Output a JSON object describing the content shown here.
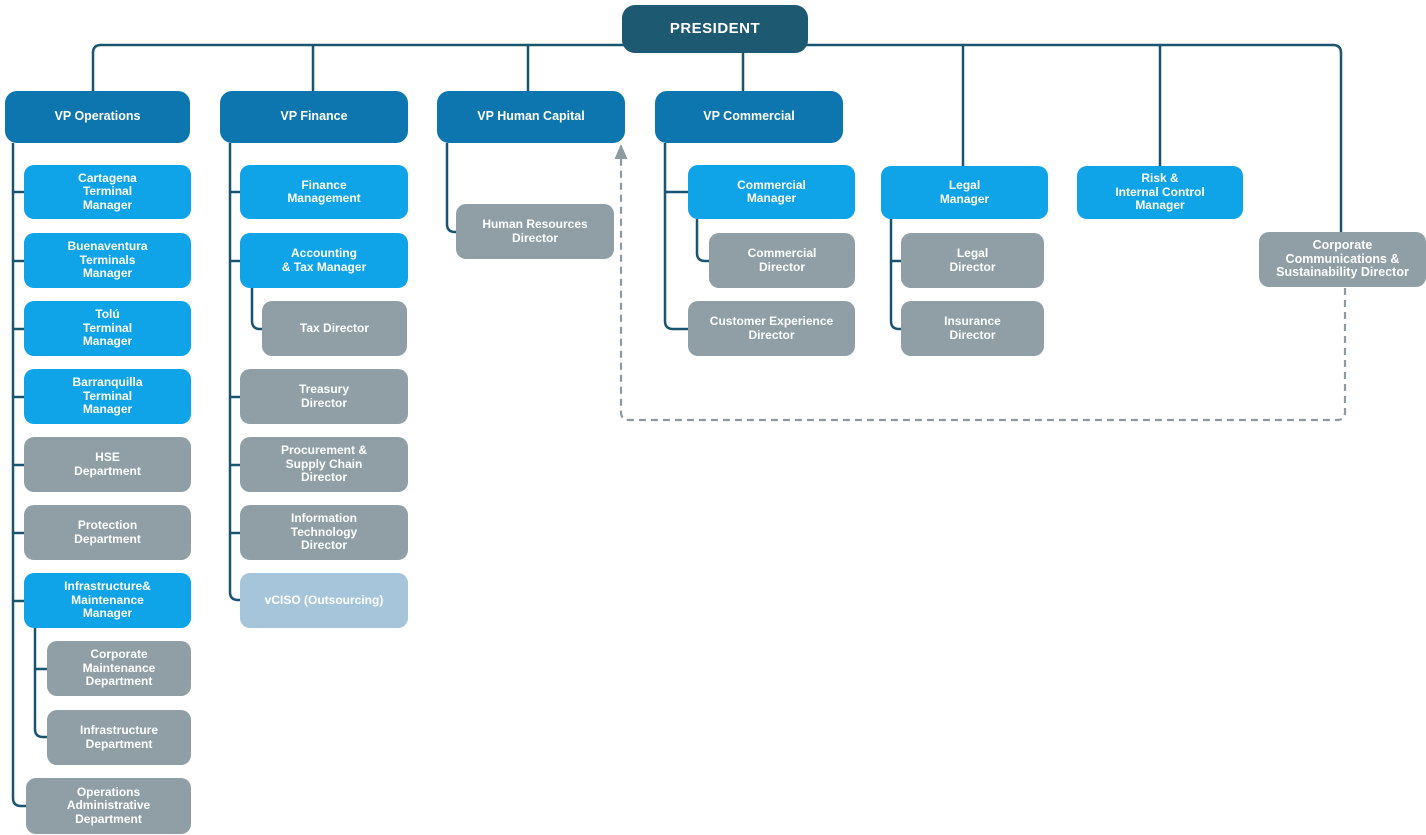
{
  "colors": {
    "president_box": "#1E5972",
    "vp_box": "#0E76AE",
    "manager_box": "#0FA3E8",
    "department_box": "#8F9FA5",
    "outsourcing_box": "#A6C5DB",
    "connector_line": "#1A5570",
    "dashed_line": "#8C9AA1",
    "text": "#FFFFFF"
  },
  "nodes": {
    "president": {
      "label": "PRESIDENT",
      "reports_to": null
    },
    "vp_operations": {
      "label": "VP Operations",
      "reports_to": "president"
    },
    "vp_finance": {
      "label": "VP Finance",
      "reports_to": "president"
    },
    "vp_human_capital": {
      "label": "VP Human Capital",
      "reports_to": "president"
    },
    "vp_commercial": {
      "label": "VP Commercial",
      "reports_to": "president"
    },
    "legal_manager": {
      "label": "Legal\nManager",
      "reports_to": "president"
    },
    "risk_manager": {
      "label": "Risk &\nInternal Control\nManager",
      "reports_to": "president"
    },
    "corp_comms": {
      "label": "Corporate\nCommunications &\nSustainability Director",
      "reports_to": "president"
    },
    "cartagena": {
      "label": "Cartagena\nTerminal\nManager",
      "reports_to": "vp_operations"
    },
    "buenaventura": {
      "label": "Buenaventura\nTerminals\nManager",
      "reports_to": "vp_operations"
    },
    "tolu": {
      "label": "Tolú\nTerminal\nManager",
      "reports_to": "vp_operations"
    },
    "barranquilla": {
      "label": "Barranquilla\nTerminal\nManager",
      "reports_to": "vp_operations"
    },
    "hse": {
      "label": "HSE\nDepartment",
      "reports_to": "vp_operations"
    },
    "protection": {
      "label": "Protection\nDepartment",
      "reports_to": "vp_operations"
    },
    "infra_maint": {
      "label": "Infrastructure&\nMaintenance\nManager",
      "reports_to": "vp_operations"
    },
    "corp_maint": {
      "label": "Corporate\nMaintenance\nDepartment",
      "reports_to": "infra_maint"
    },
    "infra_dept": {
      "label": "Infrastructure\nDepartment",
      "reports_to": "infra_maint"
    },
    "ops_admin": {
      "label": "Operations\nAdministrative\nDepartment",
      "reports_to": "vp_operations"
    },
    "finance_mgmt": {
      "label": "Finance\nManagement",
      "reports_to": "vp_finance"
    },
    "accounting_tax": {
      "label": "Accounting\n& Tax Manager",
      "reports_to": "vp_finance"
    },
    "tax_director": {
      "label": "Tax Director",
      "reports_to": "accounting_tax"
    },
    "treasury": {
      "label": "Treasury\nDirector",
      "reports_to": "vp_finance"
    },
    "procurement": {
      "label": "Procurement &\nSupply Chain\nDirector",
      "reports_to": "vp_finance"
    },
    "it_director": {
      "label": "Information\nTechnology\nDirector",
      "reports_to": "vp_finance"
    },
    "vciso": {
      "label": "vCISO (Outsourcing)",
      "reports_to": "vp_finance"
    },
    "hr_director": {
      "label": "Human Resources\nDirector",
      "reports_to": "vp_human_capital"
    },
    "commercial_mgr": {
      "label": "Commercial\nManager",
      "reports_to": "vp_commercial"
    },
    "commercial_dir": {
      "label": "Commercial\nDirector",
      "reports_to": "commercial_mgr"
    },
    "customer_exp": {
      "label": "Customer Experience\nDirector",
      "reports_to": "vp_commercial"
    },
    "legal_dir": {
      "label": "Legal\nDirector",
      "reports_to": "legal_manager"
    },
    "insurance_dir": {
      "label": "Insurance\nDirector",
      "reports_to": "legal_manager"
    }
  },
  "dashed_reporting_line": {
    "from": "corp_comms",
    "to": "vp_human_capital",
    "style": "dashed-arrow"
  }
}
